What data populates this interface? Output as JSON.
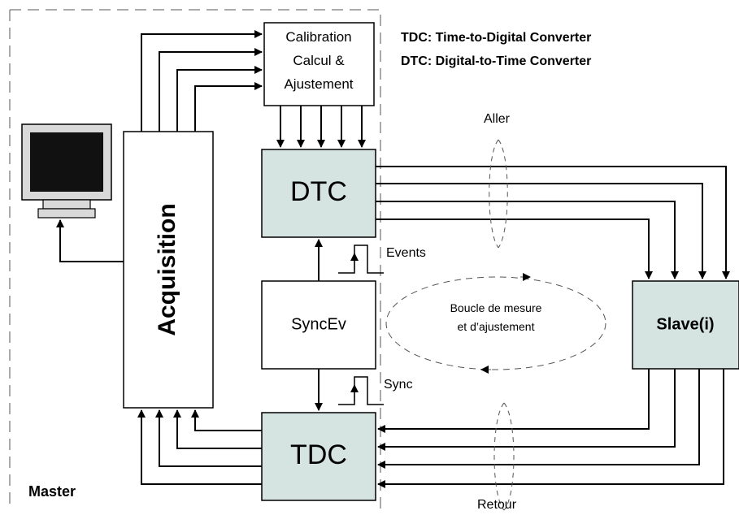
{
  "blocks": {
    "calibration": [
      "Calibration",
      "Calcul &",
      "Ajustement"
    ],
    "dtc": "DTC",
    "tdc": "TDC",
    "syncev": "SyncEv",
    "acquisition": "Acquisition",
    "slave": "Slave(i)"
  },
  "legend": {
    "tdc": "TDC: Time-to-Digital Converter",
    "dtc": "DTC: Digital-to-Time Converter"
  },
  "labels": {
    "aller": "Aller",
    "retour": "Retour",
    "events": "Events",
    "sync": "Sync",
    "loop_line1": "Boucle de mesure",
    "loop_line2": "et d’ajustement",
    "master": "Master"
  },
  "colors": {
    "converter_fill": "#d5e4e0",
    "box_fill": "#ffffff",
    "line": "#000000",
    "dashed": "#555555"
  }
}
